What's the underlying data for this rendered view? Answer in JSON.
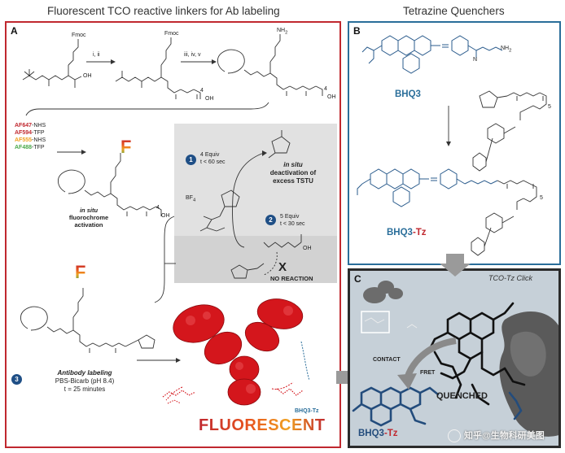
{
  "headers": {
    "left": "Fluorescent TCO reactive linkers for Ab labeling",
    "right": "Tetrazine Quenchers"
  },
  "panel_a": {
    "label": "A",
    "fmoc_1": "Fmoc",
    "fmoc_2": "Fmoc",
    "nh2": "NH",
    "nh2_sub": "2",
    "step_1": "i, ii",
    "step_2": "iii, iv, v",
    "peg_sub": "4",
    "oh": "OH",
    "dyes": [
      {
        "name": "AF647",
        "suffix": "-NHS",
        "color": "#c0282f"
      },
      {
        "name": "AF594",
        "suffix": "-TFP",
        "color": "#c0282f"
      },
      {
        "name": "AF555",
        "suffix": "-NHS",
        "color": "#f0a020"
      },
      {
        "name": "AF488",
        "suffix": "-TFP",
        "color": "#4aa84a"
      }
    ],
    "fluoro_letter": "F",
    "activation": [
      "in situ",
      "fluorochrome",
      "activation"
    ],
    "box": {
      "step1_num": "1",
      "step1_text": [
        "4 Equiv",
        "t < 60 sec"
      ],
      "step2_num": "2",
      "step2_text": [
        "5 Equiv",
        "t < 30 sec"
      ],
      "deactivation": [
        "in situ",
        "deactivation of",
        "excess TSTU"
      ],
      "bf4": "BF",
      "bf4_sub": "4",
      "x_mark": "X",
      "no_reaction": "NO REACTION"
    },
    "step3_num": "3",
    "antibody_labeling": "Antibody labeling",
    "buffer": "PBS-Bicarb (pH 8.4)",
    "time": "t = 25 minutes",
    "bhq3tz_small": "BHQ3-Tz",
    "fluorescent": "FLUORESCENT"
  },
  "panel_b": {
    "label": "B",
    "bhq3": "BHQ3",
    "bhq3tz": "BHQ3",
    "bhq3tz_suffix": "-Tz",
    "peg_sub": "5",
    "nh2": "NH",
    "nh2_sub": "2"
  },
  "panel_c": {
    "label": "C",
    "title": "TCO-Tz Click",
    "contact": "CONTACT",
    "fret": "FRET",
    "quenched": "QUENCHED",
    "bhq3tz": "BHQ3",
    "bhq3tz_suffix": "-Tz"
  },
  "watermark": "知乎@生物科研美图",
  "colors": {
    "red": "#c0282f",
    "blue": "#2a6e9a",
    "navy": "#1f4f86",
    "antibody": "#d4161c",
    "gray_box": "#e1e1e1",
    "panel_c_bg": "#c6d0d8"
  }
}
